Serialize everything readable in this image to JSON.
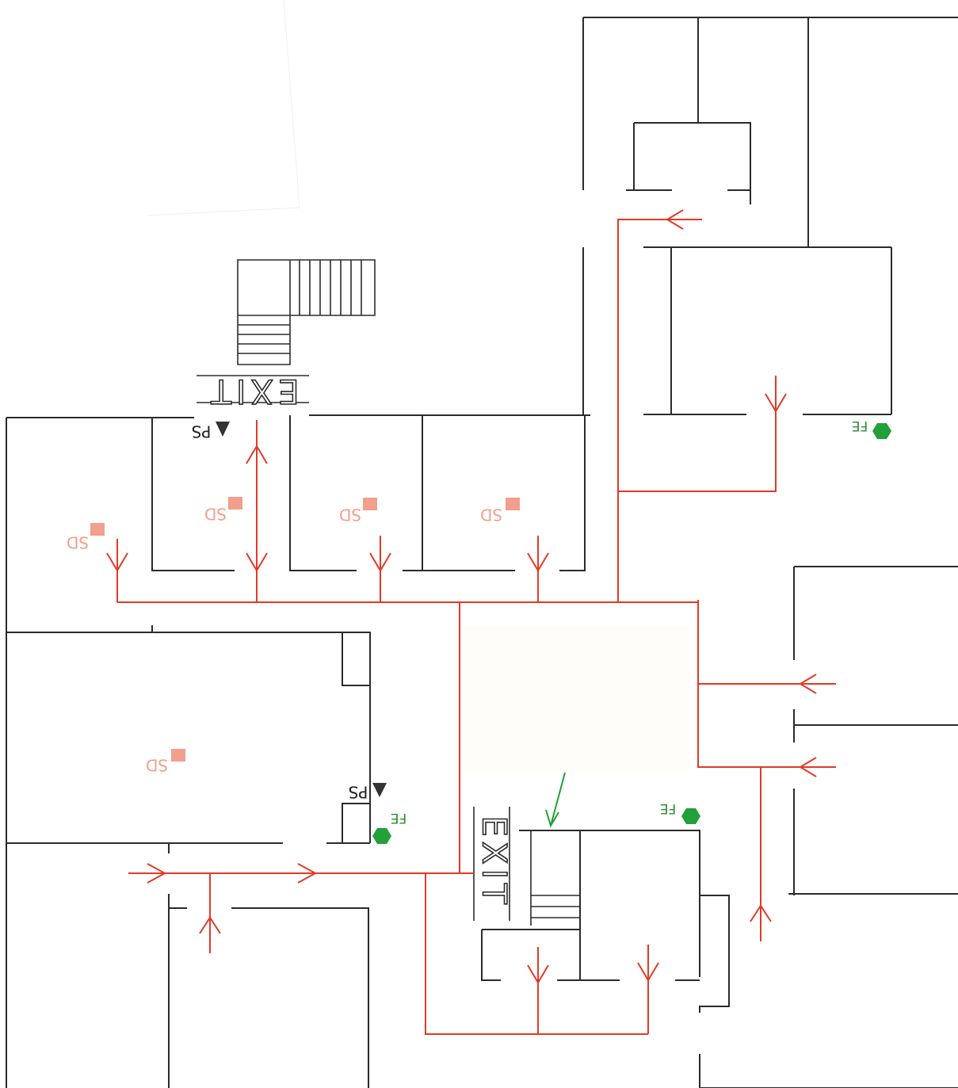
{
  "plan": {
    "exits": [
      {
        "id": "exit-top-stair",
        "label": "EXIT"
      },
      {
        "id": "exit-bottom-stair",
        "label": "EXIT"
      }
    ],
    "smoke_detector_label": "SD",
    "pull_station_label": "PS",
    "fire_extinguisher_label": "FE",
    "colors": {
      "walls": "#2b2b2b",
      "evacuation_route": "#e23a26",
      "smoke_detector": "#f0a08c",
      "fire_extinguisher": "#22a03a",
      "pull_station": "#333333",
      "exit_pointer": "#22a03a"
    },
    "icons": [
      "smoke-detector-icon",
      "pull-station-icon",
      "fire-extinguisher-icon",
      "route-arrow-icon",
      "exit-pointer-icon"
    ]
  }
}
